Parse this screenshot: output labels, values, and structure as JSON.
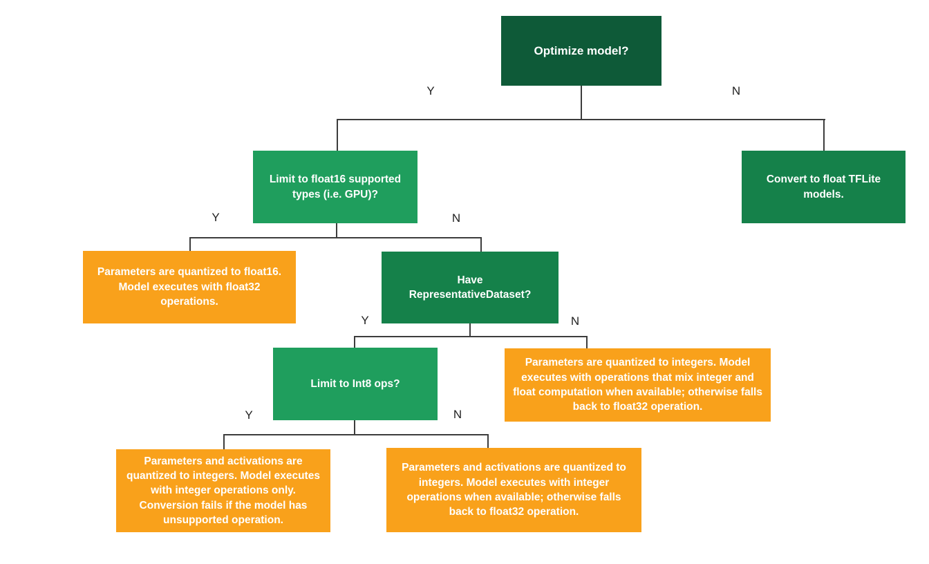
{
  "colors": {
    "dark_green": "#0e5a38",
    "medium_green": "#15814a",
    "bright_green": "#1f9e5d",
    "orange": "#f9a11b",
    "line": "#3c3c3c",
    "box_text": "#ffffff",
    "edge_label_text": "#212121"
  },
  "nodes": {
    "optimize_model": {
      "type": "decision",
      "label": "Optimize model?"
    },
    "limit_float16": {
      "type": "decision",
      "label": "Limit to float16 supported types (i.e. GPU)?"
    },
    "convert_float_tflite": {
      "type": "action",
      "label": "Convert to float TFLite models."
    },
    "quantized_float16": {
      "type": "outcome",
      "label": "Parameters are quantized to float16. Model executes with float32 operations."
    },
    "have_representative_dataset": {
      "type": "decision",
      "label": "Have RepresentativeDataset?"
    },
    "limit_int8": {
      "type": "decision",
      "label": "Limit to Int8 ops?"
    },
    "mixed_integer_float": {
      "type": "outcome",
      "label": "Parameters are quantized to integers. Model executes with operations that mix integer and float computation when available; otherwise falls back to float32 operation."
    },
    "integer_only": {
      "type": "outcome",
      "label": "Parameters and activations are quantized to integers. Model executes with integer operations only. Conversion fails if the model has unsupported operation."
    },
    "integer_fallback_float32": {
      "type": "outcome",
      "label": "Parameters and activations are quantized to integers. Model executes with integer operations when available; otherwise falls back to float32 operation."
    }
  },
  "edge_labels": {
    "optimize_yes": "Y",
    "optimize_no": "N",
    "float16_yes": "Y",
    "float16_no": "N",
    "dataset_yes": "Y",
    "dataset_no": "N",
    "int8_yes": "Y",
    "int8_no": "N"
  }
}
